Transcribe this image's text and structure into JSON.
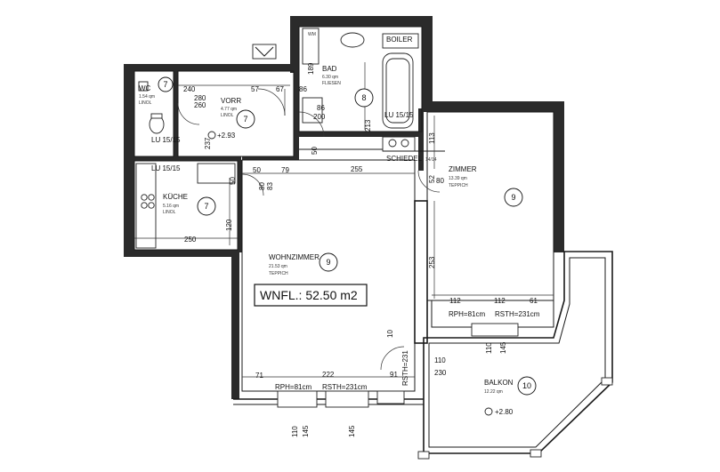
{
  "area_label": "WNFL.: 52.50 m2",
  "rooms": {
    "wc": {
      "name": "WC",
      "area": "1.54 qm",
      "floor": "LINOL",
      "badge": "7"
    },
    "vorraum": {
      "name": "VORR",
      "area": "4.77 qm",
      "floor": "LINOL",
      "badge": "7"
    },
    "bad": {
      "name": "BAD",
      "area": "6.30 qm",
      "floor": "FLIESEN",
      "badge": "8"
    },
    "kueche": {
      "name": "KÜCHE",
      "area": "5.16 qm",
      "floor": "LINOL",
      "badge": "7"
    },
    "wohnzimmer": {
      "name": "WOHNZIMMER",
      "area": "21.53 qm",
      "floor": "TEPPICH",
      "badge": "9"
    },
    "zimmer": {
      "name": "ZIMMER",
      "area": "13.39 qm",
      "floor": "TEPPICH",
      "badge": "9"
    },
    "balkon": {
      "name": "BALKON",
      "area": "12.22 qm",
      "badge": "10"
    }
  },
  "labels": {
    "boiler": "BOILER",
    "schiedel": "SCHIEDEL",
    "schiedel_size": "14/14",
    "wm": "WM",
    "lu_wc": "LU 15/15",
    "lu_kueche": "LU 15/15",
    "lu_bad": "LU 15/15"
  },
  "levels": {
    "vorraum": "+2.93",
    "balkon": "+2.80"
  },
  "window_notes": {
    "wohnzimmer_rph": "RPH=81cm",
    "wohnzimmer_rsth": "RSTH=231cm",
    "zimmer_rph": "RPH=81cm",
    "zimmer_rsth": "RSTH=231cm",
    "door_rsth": "RSTH=231"
  },
  "dimensions": {
    "d_240a": "240",
    "d_260": "260",
    "d_280": "280",
    "d_57": "57",
    "d_67": "67",
    "d_86a": "86",
    "d_86b": "86",
    "d_200": "200",
    "d_189": "189",
    "d_213": "213",
    "d_50a": "50",
    "d_50b": "50",
    "d_50c": "50",
    "d_79": "79",
    "d_255": "255",
    "d_113": "113",
    "d_52": "52",
    "d_80a": "80",
    "d_80b": "80",
    "d_83": "83",
    "d_120": "120",
    "d_250": "250",
    "d_237": "237",
    "d_253": "253",
    "d_112a": "112",
    "d_112b": "112",
    "d_61": "61",
    "d_10": "10",
    "d_145a": "145",
    "d_110a": "110",
    "d_230": "230",
    "d_71": "71",
    "d_222": "222",
    "d_91": "91",
    "d_110b": "110",
    "d_145b": "145",
    "d_110c": "110",
    "d_145c": "145"
  }
}
